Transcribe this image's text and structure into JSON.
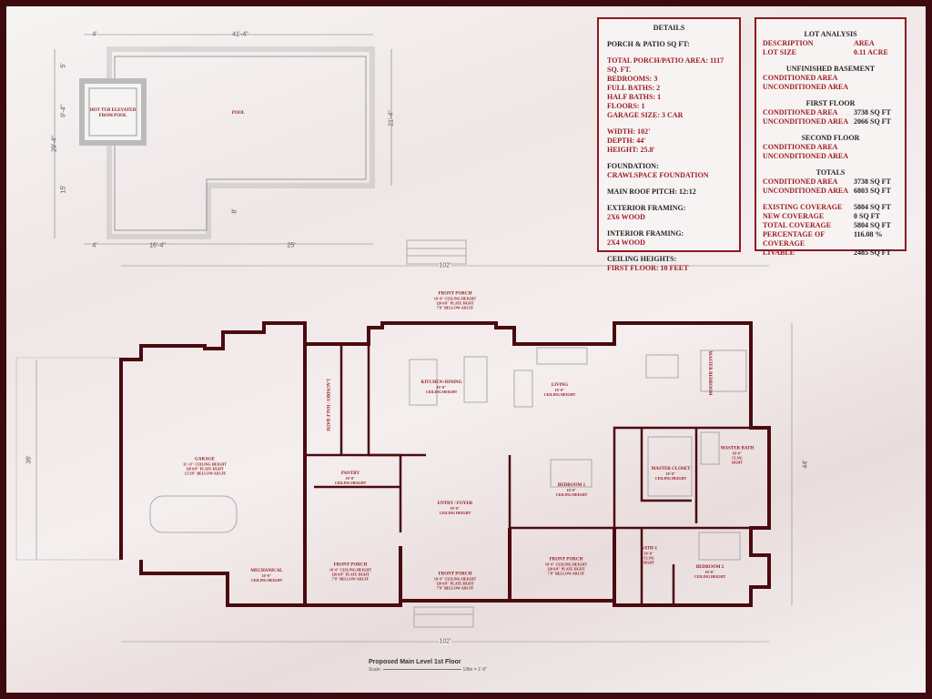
{
  "details": {
    "title": "DETAILS",
    "porch_heading": "PORCH & PATIO SQ FT:",
    "summary": [
      "TOTAL PORCH/PATIO AREA:  1117 SQ. FT.",
      "BEDROOMS: 3",
      "FULL BATHS: 2",
      "HALF BATHS: 1",
      "FLOORS: 1",
      "GARAGE SIZE: 3 CAR"
    ],
    "dimensions": [
      "WIDTH: 102'",
      "DEPTH: 44'",
      "HEIGHT: 25.8'"
    ],
    "foundation_heading": "FOUNDATION:",
    "foundation": "CRAWLSPACE FOUNDATION",
    "roof_pitch": "MAIN ROOF PITCH:  12:12",
    "ext_heading": "EXTERIOR FRAMING:",
    "ext": "2X6 WOOD",
    "int_heading": "INTERIOR FRAMING:",
    "int": "2X4 WOOD",
    "ceiling_heading": "CEILING HEIGHTS:",
    "ceiling": "FIRST FLOOR: 10 FEET"
  },
  "lot": {
    "title": "LOT ANALYSIS",
    "header": [
      "DESCRIPTION",
      "AREA"
    ],
    "lot_size": [
      "LOT SIZE",
      "0.11 ACRE"
    ],
    "basement_title": "UNFINISHED BASEMENT",
    "basement": [
      [
        "CONDITIONED AREA",
        ""
      ],
      [
        "UNCONDITIONED AREA",
        ""
      ]
    ],
    "first_title": "FIRST FLOOR",
    "first": [
      [
        "CONDITIONED AREA",
        "3738 SQ FT"
      ],
      [
        "UNCONDITIONED AREA",
        "2066 SQ FT"
      ]
    ],
    "second_title": "SECOND FLOOR",
    "second": [
      [
        "CONDITIONED AREA",
        ""
      ],
      [
        "UNCONDITIONED AREA",
        ""
      ]
    ],
    "totals_title": "TOTALS",
    "totals": [
      [
        "CONDITIONED AREA",
        "3738 SQ FT"
      ],
      [
        "UNCONDITIONED AREA",
        "6803 SQ FT"
      ]
    ],
    "coverage": [
      [
        "EXISTING COVERAGE",
        "5804 SQ FT"
      ],
      [
        "NEW COVERAGE",
        "0 SQ FT"
      ],
      [
        "TOTAL COVERAGE",
        "5804 SQ FT"
      ],
      [
        "PERCENTAGE OF COVERAGE",
        "116.08 %"
      ],
      [
        "LIVABLE",
        "2485 SQ FT"
      ]
    ]
  },
  "pool": {
    "pool_label": "POOL",
    "hot_tub_label": [
      "HOT TUB ELEVATED",
      "FROM POOL"
    ],
    "dims": {
      "top_left": "4'",
      "top": "41'-4\"",
      "right": "21'-4\"",
      "left_a": "5'",
      "left_b": "9'-4\"",
      "left_total": "29'-4\"",
      "left_c": "15'",
      "inner": "8'",
      "bottom_left": "4'",
      "bottom_mid": "16'-4\"",
      "bottom_right": "25'"
    }
  },
  "plan": {
    "dims": {
      "top": "102'",
      "bottom": "102'",
      "right": "44'",
      "left": "36'"
    },
    "rooms": [
      {
        "name": "FRONT PORCH",
        "info": [
          "10'-0\" CEILING HEIGHT",
          "120 6/8\" PLATE HGHT",
          "7'8\" BELLOW ADJ.FF"
        ]
      },
      {
        "name": "KITCHEN+DINING",
        "info": [
          "10'-0\"",
          "CEILING HEIGHT"
        ]
      },
      {
        "name": "LIVING",
        "info": [
          "10'-0\"",
          "CEILING HEIGHT"
        ]
      },
      {
        "name": "MASTER BEDROOM",
        "info": []
      },
      {
        "name": "GARAGE",
        "info": [
          "11'-11\" CEILING HEIGHT",
          "120 6/8\" PLATE HGHT",
          "-12'2/8\" BELLOW ADJ.FF"
        ]
      },
      {
        "name": "PANTRY",
        "info": [
          "10'-0\"",
          "CEILING HEIGHT"
        ]
      },
      {
        "name": "ENTRY / FOYER",
        "info": [
          "10'-0\"",
          "CEILING HEIGHT"
        ]
      },
      {
        "name": "BEDROOM 1",
        "info": [
          "10'-0\"",
          "CEILING HEIGHT"
        ]
      },
      {
        "name": "MASTER CLOSET",
        "info": [
          "10'-0\"",
          "CEILING HEIGHT"
        ]
      },
      {
        "name": "MASTER BATH",
        "info": [
          "10'-0\"",
          "CLNG",
          "HGHT"
        ]
      },
      {
        "name": "BATH-1",
        "info": [
          "10'-0\"",
          "CLNG",
          "HGHT"
        ]
      },
      {
        "name": "BEDROOM 2",
        "info": [
          "10'-0\"",
          "CEILING HEIGHT"
        ]
      },
      {
        "name": "MECHANICAL",
        "info": [
          "10'-0\"",
          "CEILING HEIGHT"
        ]
      },
      {
        "name": "FRONT PORCH",
        "info": [
          "10'-0\" CEILING HEIGHT",
          "120 6/8\" PLATE HGHT",
          "7'8\" BELLOW ADJ.FF"
        ]
      },
      {
        "name": "FRONT PORCH",
        "info": [
          "10'-0\" CEILING HEIGHT",
          "120 6/8\" PLATE HGHT",
          "7'8\" BELLOW ADJ.FF"
        ]
      },
      {
        "name": "FRONT PORCH",
        "info": [
          "10'-0\" CEILING HEIGHT",
          "120 6/8\" PLATE HGHT",
          "7'8\" BELLOW ADJ.FF"
        ]
      },
      {
        "name": "LAUNDRY / HALF BATH",
        "info": []
      }
    ],
    "title": "Proposed Main Level 1st Floor",
    "scale_label": "Scale:",
    "scale": "1/8in = 1'-0\""
  },
  "colors": {
    "wall": "#4a0a10",
    "accent": "#9b1c22",
    "border": "#3d0a0f"
  }
}
